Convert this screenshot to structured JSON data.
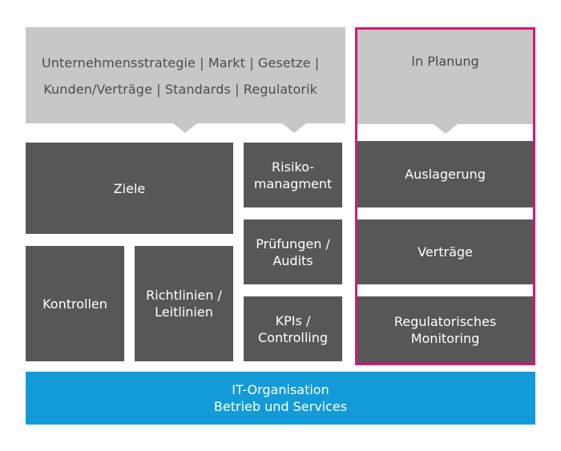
{
  "header": {
    "text": "Unternehmensstrategie | Markt | Gesetze |\nKunden/Verträge  | Standards  | Regulatorik"
  },
  "planning": {
    "title": "In Planung",
    "items": [
      "Auslagerung",
      "Verträge",
      "Regulatorisches\nMonitoring"
    ]
  },
  "blocks": {
    "ziele": "Ziele",
    "risiko": "Risiko-\nmanagment",
    "pruefungen": "Prüfungen /\nAudits",
    "kpis": "KPIs /\nControlling",
    "kontrollen": "Kontrollen",
    "richtlinien": "Richtlinien /\nLeitlinien"
  },
  "footer": {
    "line1": "IT-Organisation",
    "line2": "Betrieb und Services"
  },
  "colors": {
    "dark": "#575757",
    "grey": "#c7c7c7",
    "blue": "#139bd8",
    "frame": "#d4177f"
  }
}
